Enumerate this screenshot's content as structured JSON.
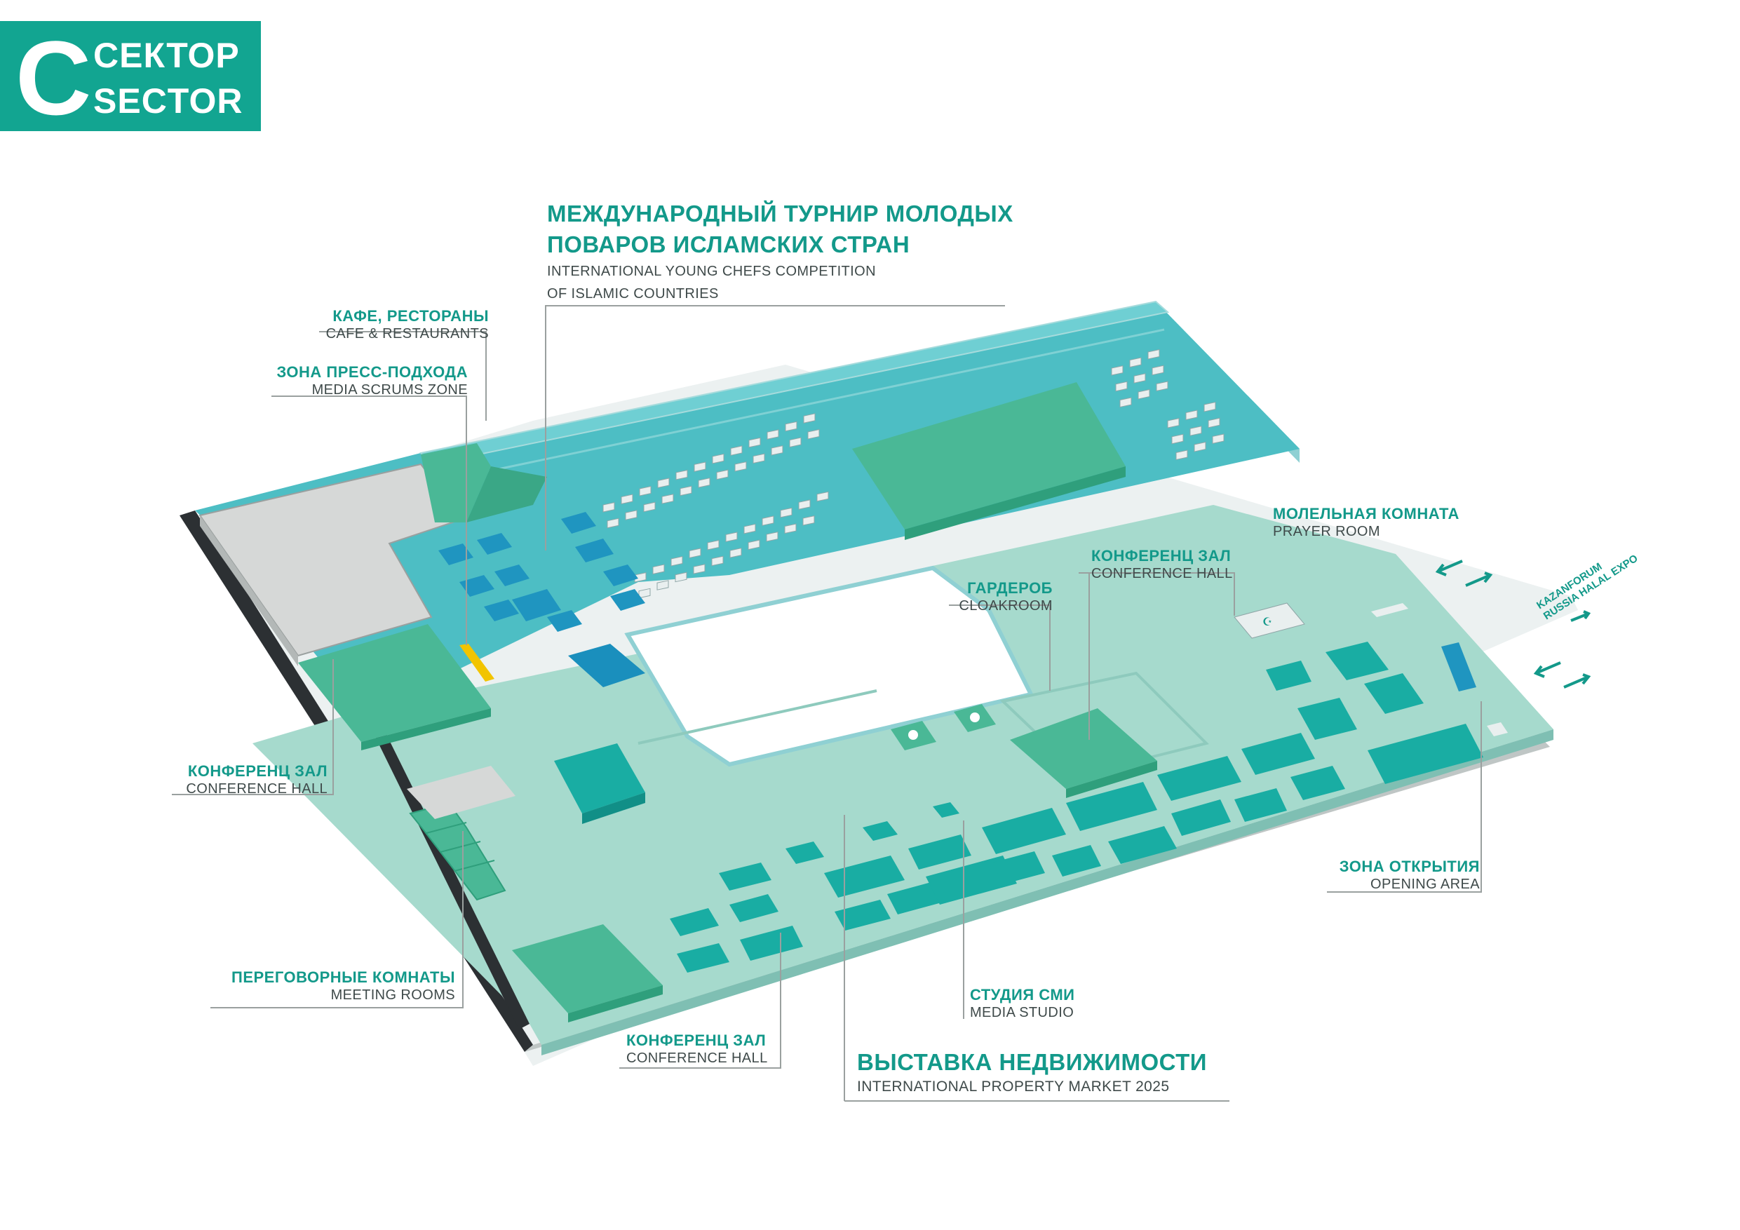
{
  "sector": {
    "letter": "C",
    "ru": "СЕКТОР",
    "en": "SECTOR"
  },
  "colors": {
    "brand": "#12a591",
    "hall_light": "#a6dacd",
    "hall_blue": "#4dbec4",
    "booth": "#19ada3",
    "conference": "#4ab896",
    "outline": "#8f9594"
  },
  "labels": {
    "chefs": {
      "ru_line1": "МЕЖДУНАРОДНЫЙ ТУРНИР МОЛОДЫХ",
      "ru_line2": "ПОВАРОВ ИСЛАМСКИХ СТРАН",
      "en_line1": "INTERNATIONAL YOUNG CHEFS COMPETITION",
      "en_line2": "OF ISLAMIC COUNTRIES"
    },
    "cafe": {
      "ru": "КАФЕ, РЕСТОРАНЫ",
      "en": "CAFE & RESTAURANTS"
    },
    "media_scrums": {
      "ru": "ЗОНА ПРЕСС-ПОДХОДА",
      "en": "MEDIA SCRUMS ZONE"
    },
    "prayer": {
      "ru": "МОЛЕЛЬНАЯ КОМНАТА",
      "en": "PRAYER ROOM"
    },
    "conf_top": {
      "ru": "КОНФЕРЕНЦ ЗАЛ",
      "en": "CONFERENCE HALL"
    },
    "cloakroom": {
      "ru": "ГАРДЕРОБ",
      "en": "CLOAKROOM"
    },
    "conf_left": {
      "ru": "КОНФЕРЕНЦ ЗАЛ",
      "en": "CONFERENCE HALL"
    },
    "opening": {
      "ru": "ЗОНА ОТКРЫТИЯ",
      "en": "OPENING AREA"
    },
    "meeting": {
      "ru": "ПЕРЕГОВОРНЫЕ КОМНАТЫ",
      "en": "MEETING ROOMS"
    },
    "media_studio": {
      "ru": "СТУДИЯ СМИ",
      "en": "MEDIA STUDIO"
    },
    "conf_bottom": {
      "ru": "КОНФЕРЕНЦ ЗАЛ",
      "en": "CONFERENCE HALL"
    },
    "property": {
      "ru": "ВЫСТАВКА НЕДВИЖИМОСТИ",
      "en": "INTERNATIONAL PROPERTY MARKET 2025"
    }
  },
  "exit": {
    "line1": "KAZANFORUM",
    "line2": "RUSSIA HALAL EXPO"
  }
}
